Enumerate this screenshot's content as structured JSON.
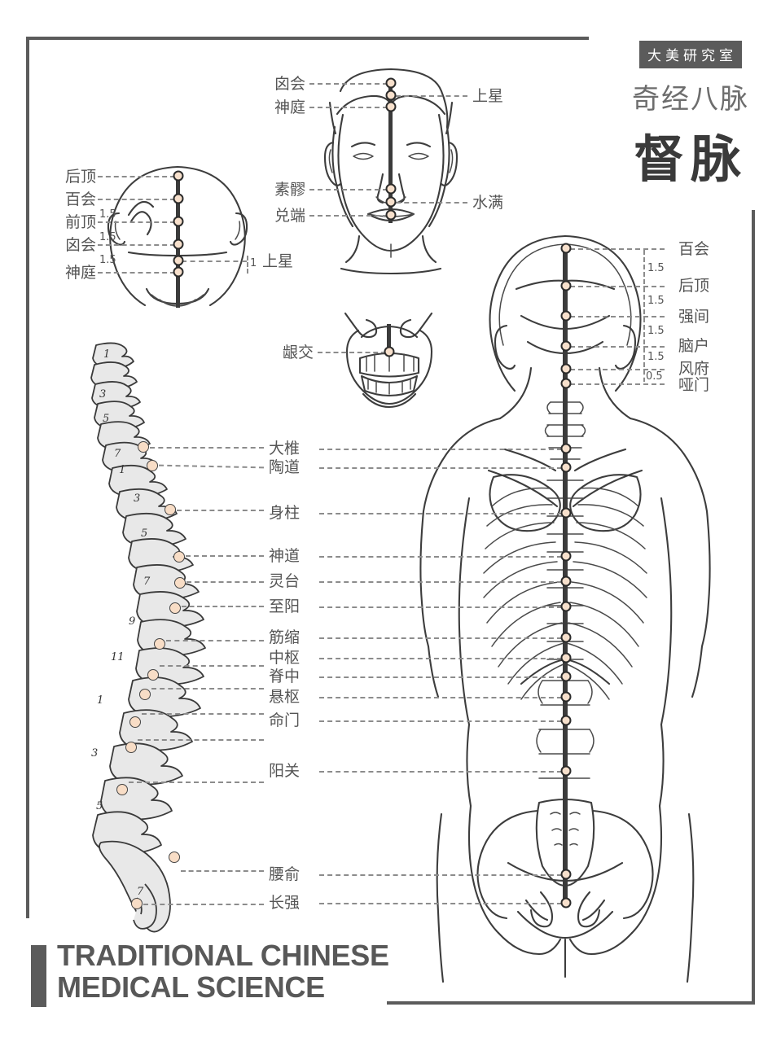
{
  "header": {
    "studio_badge": "大美研究室",
    "series_name": "奇经八脉",
    "meridian_name": "督脉"
  },
  "footer": {
    "line1": "TRADITIONAL CHINESE",
    "line2": "MEDICAL SCIENCE"
  },
  "colors": {
    "frame": "#5b5b5b",
    "ink": "#3d3d3d",
    "point_fill": "#f7e0cc",
    "point_stroke": "#2b2b2b",
    "meridian": "#3b3b3b",
    "bone_fill": "#e8e8e8",
    "leader": "#8c8c8c"
  },
  "face_diagram": {
    "name": "anterior-head-view",
    "left_labels": [
      "囟会",
      "神庭",
      "素髎",
      "兑端"
    ],
    "right_labels": [
      "上星",
      "水满"
    ]
  },
  "side_head_diagram": {
    "name": "lateral-head-view",
    "left_labels": [
      "后顶",
      "百会",
      "前顶",
      "囟会",
      "神庭"
    ],
    "spacings": [
      "1.5",
      "1.5",
      "1.5"
    ],
    "right_labels": [
      "上星"
    ],
    "right_spacing": "1"
  },
  "mouth_diagram": {
    "name": "gum-view",
    "label": "龈交"
  },
  "body_diagram": {
    "name": "posterior-body-skeleton",
    "head_labels": [
      {
        "label": "百会",
        "gap": "1.5"
      },
      {
        "label": "后顶",
        "gap": "1.5"
      },
      {
        "label": "强间",
        "gap": "1.5"
      },
      {
        "label": "脑户",
        "gap": "1.5"
      },
      {
        "label": "风府",
        "gap": "0.5"
      },
      {
        "label": "哑门",
        "gap": ""
      }
    ]
  },
  "spine_points": [
    "大椎",
    "陶道",
    "身柱",
    "神道",
    "灵台",
    "至阳",
    "筋缩",
    "中枢",
    "脊中",
    "悬枢",
    "命门",
    "阳关",
    "腰俞",
    "长强"
  ],
  "vertebra_numbers": {
    "cervical": [
      "1",
      "3",
      "5",
      "7"
    ],
    "thoracic": [
      "1",
      "3",
      "5",
      "7",
      "9",
      "11"
    ],
    "lumbar": [
      "1",
      "3",
      "5"
    ],
    "sacral": [
      "7"
    ]
  }
}
